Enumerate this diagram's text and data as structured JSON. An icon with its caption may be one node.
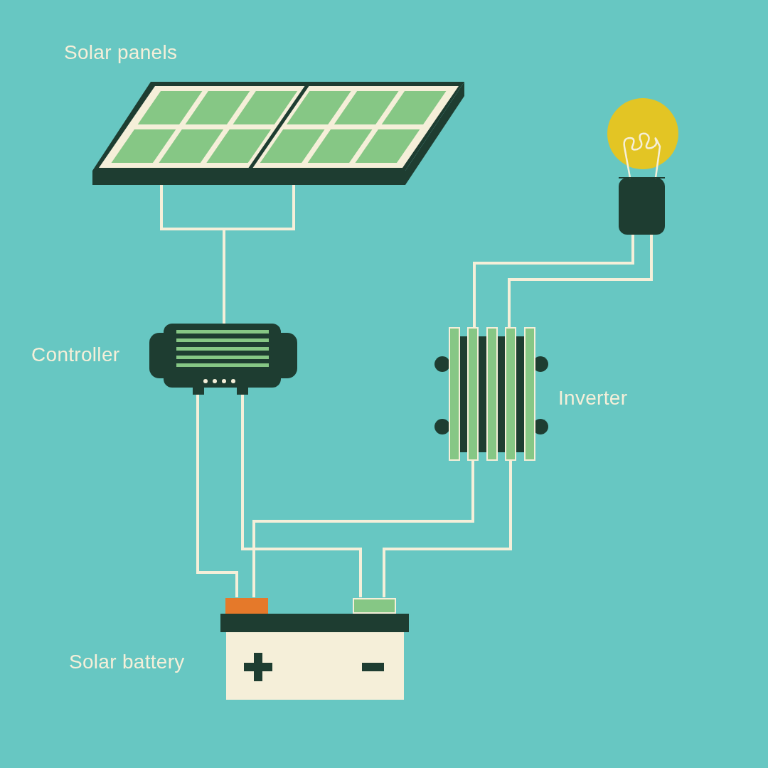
{
  "diagram": {
    "nodes": [
      {
        "text": [
          "Solar panels"
        ]
      },
      {
        "text": [],
        "shape": "picture"
      },
      {
        "text": [
          "Controller"
        ]
      },
      {
        "text": [
          "Inverter"
        ]
      },
      {
        "text": [
          "Solar battery"
        ]
      }
    ],
    "edges": [
      {
        "from": 0,
        "to": 2,
        "arrow": "none"
      },
      {
        "from": 2,
        "to": 4,
        "arrow": "none"
      },
      {
        "from": 2,
        "to": 4,
        "arrow": "none"
      },
      {
        "from": 3,
        "to": 4,
        "arrow": "none"
      },
      {
        "from": 3,
        "to": 4,
        "arrow": "none"
      },
      {
        "from": 1,
        "to": 3,
        "arrow": "none"
      },
      {
        "from": 1,
        "to": 3,
        "arrow": "none"
      }
    ]
  }
}
